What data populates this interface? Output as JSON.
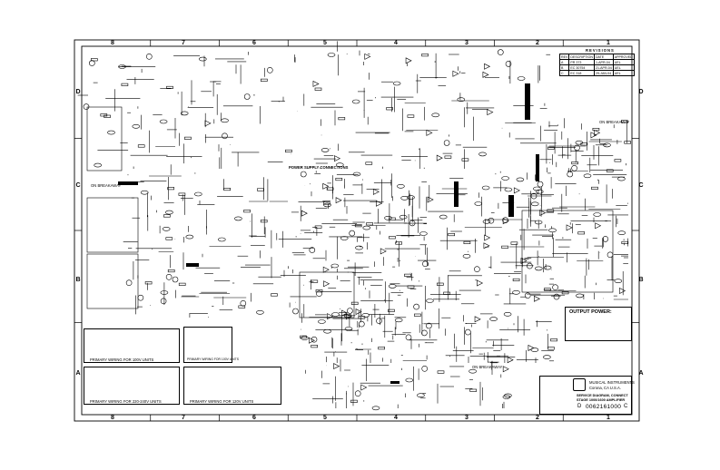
{
  "zones": {
    "columns": [
      "8",
      "7",
      "6",
      "5",
      "4",
      "3",
      "2",
      "1"
    ],
    "rows": [
      "D",
      "C",
      "B",
      "A"
    ]
  },
  "revisions": {
    "title": "REVISIONS",
    "headers": [
      "REV",
      "DESCRIPTION",
      "DATE",
      "APPROVED"
    ],
    "rows": [
      [
        "A",
        "PR 373",
        "1-APR-04",
        "UEL"
      ],
      [
        "B",
        "EC 30754",
        "21-APR-04",
        "UEL"
      ],
      [
        "C",
        "EC 318",
        "29-JAN-04",
        "UEL"
      ]
    ]
  },
  "labels": {
    "power_supply": "POWER SUPPLY CONNECTIONS",
    "on_breakaway_top": "ON BREAKAWAY",
    "on_breakaway_left": "ON BREAKAWAY",
    "on_breakaway_bottom": "ON BREAKAWAY",
    "output_power": "OUTPUT POWER:",
    "primary_wiring_1": "PRIMARY WIRING FOR 100V UNITS",
    "primary_wiring_2": "PRIMARY WIRING FOR 220-240V UNITS",
    "primary_wiring_3": "PRIMARY WIRING FOR 120V UNITS",
    "primary_wiring_4": "PRIMARY WIRING FOR 100V UNITS"
  },
  "title_block": {
    "company": "MUSICAL INSTRUMENTS",
    "location": "Corona, CA  U.S.A.",
    "line1": "SERVICE DIAGRAM, CONNECT",
    "line2": "STAGE 1000/1600  AMPLIFIER",
    "drawing_number": "0062161000",
    "rev": "C",
    "size": "D"
  },
  "colors": {
    "ink": "#000000",
    "paper": "#ffffff"
  }
}
